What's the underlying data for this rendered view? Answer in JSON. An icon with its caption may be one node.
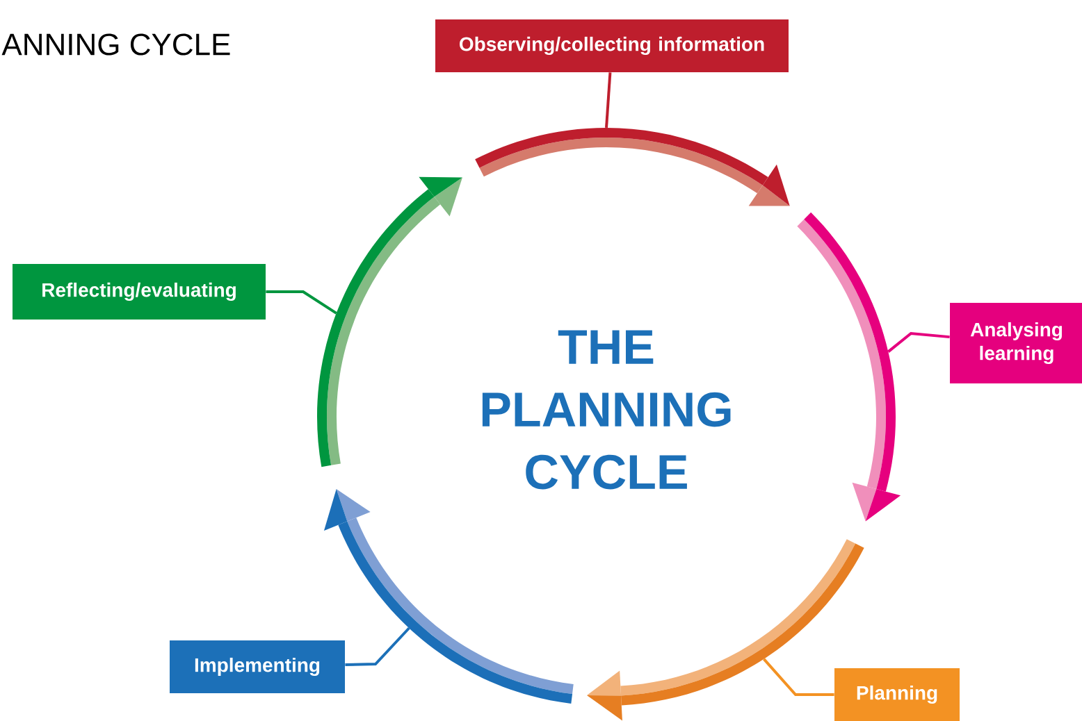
{
  "diagram": {
    "title": "ANNING CYCLE",
    "nodes": [
      {
        "text": [
          "Observing/collecting information"
        ]
      },
      {
        "text": [
          "Reflecting/evaluating"
        ]
      },
      {
        "text": [
          "Analysing learning"
        ]
      },
      {
        "text": [
          "Implementing"
        ]
      },
      {
        "text": [
          "Planning"
        ]
      }
    ],
    "edges": [
      {
        "from": 0,
        "to": null,
        "arrow": "none",
        "color": "#be1e2d"
      },
      {
        "from": 1,
        "to": null,
        "arrow": "none",
        "color": "#00963f"
      },
      {
        "from": 2,
        "to": null,
        "arrow": "none",
        "color": "#e5007e"
      },
      {
        "from": 3,
        "to": null,
        "arrow": "none",
        "color": "#1c70b8"
      },
      {
        "from": 4,
        "to": null,
        "arrow": "none",
        "color": "#f39223"
      }
    ],
    "labels": [
      "THE PLANNING CYCLE"
    ]
  }
}
